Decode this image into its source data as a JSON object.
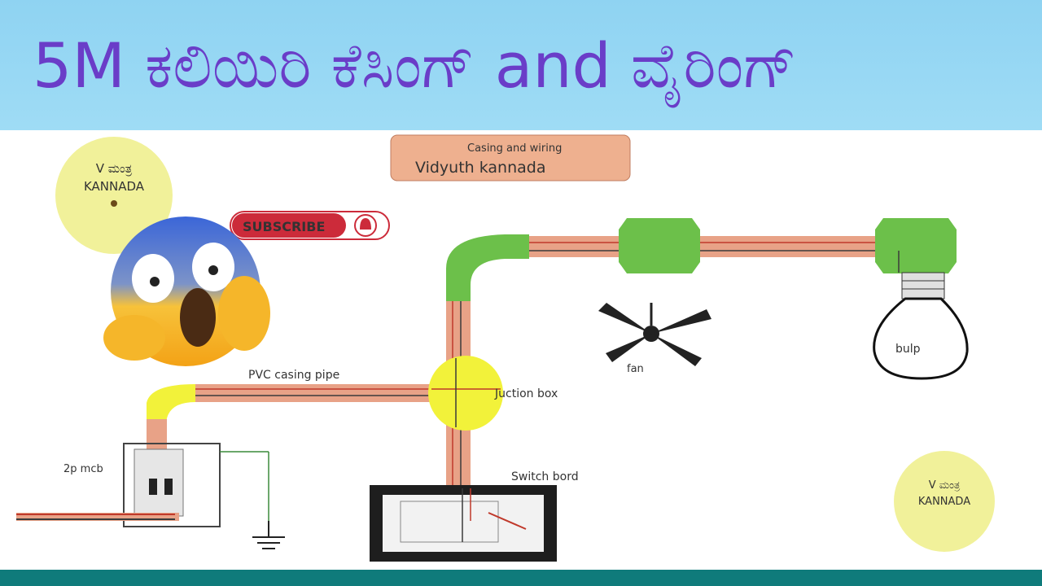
{
  "title": "5M ಕಲಿಯಿರಿ ಕೆಸಿಂಗ್ and ವೈರಿಂಗ್",
  "header_box": {
    "line1": "Casing and wiring",
    "line2": "Vidyuth kannada"
  },
  "subscribe_label": "SUBSCRIBE",
  "logo": {
    "line1": "V ಮಂತ್ರ",
    "line2": "KANNADA"
  },
  "labels": {
    "pvc_pipe": "PVC casing pipe",
    "junction_box": "Juction box",
    "fan": "fan",
    "bulb": "bulp",
    "mcb": "2p mcb",
    "switch_board": "Switch bord"
  },
  "colors": {
    "title": "#6a3dc8",
    "header_bg": "#9fdcf5",
    "pipe": "#e8a287",
    "elbow_green": "#6cc04a",
    "junction_yellow": "#f2f23a",
    "logo_bg": "#f1f19a",
    "bottom_bar": "#0f7b7b"
  }
}
